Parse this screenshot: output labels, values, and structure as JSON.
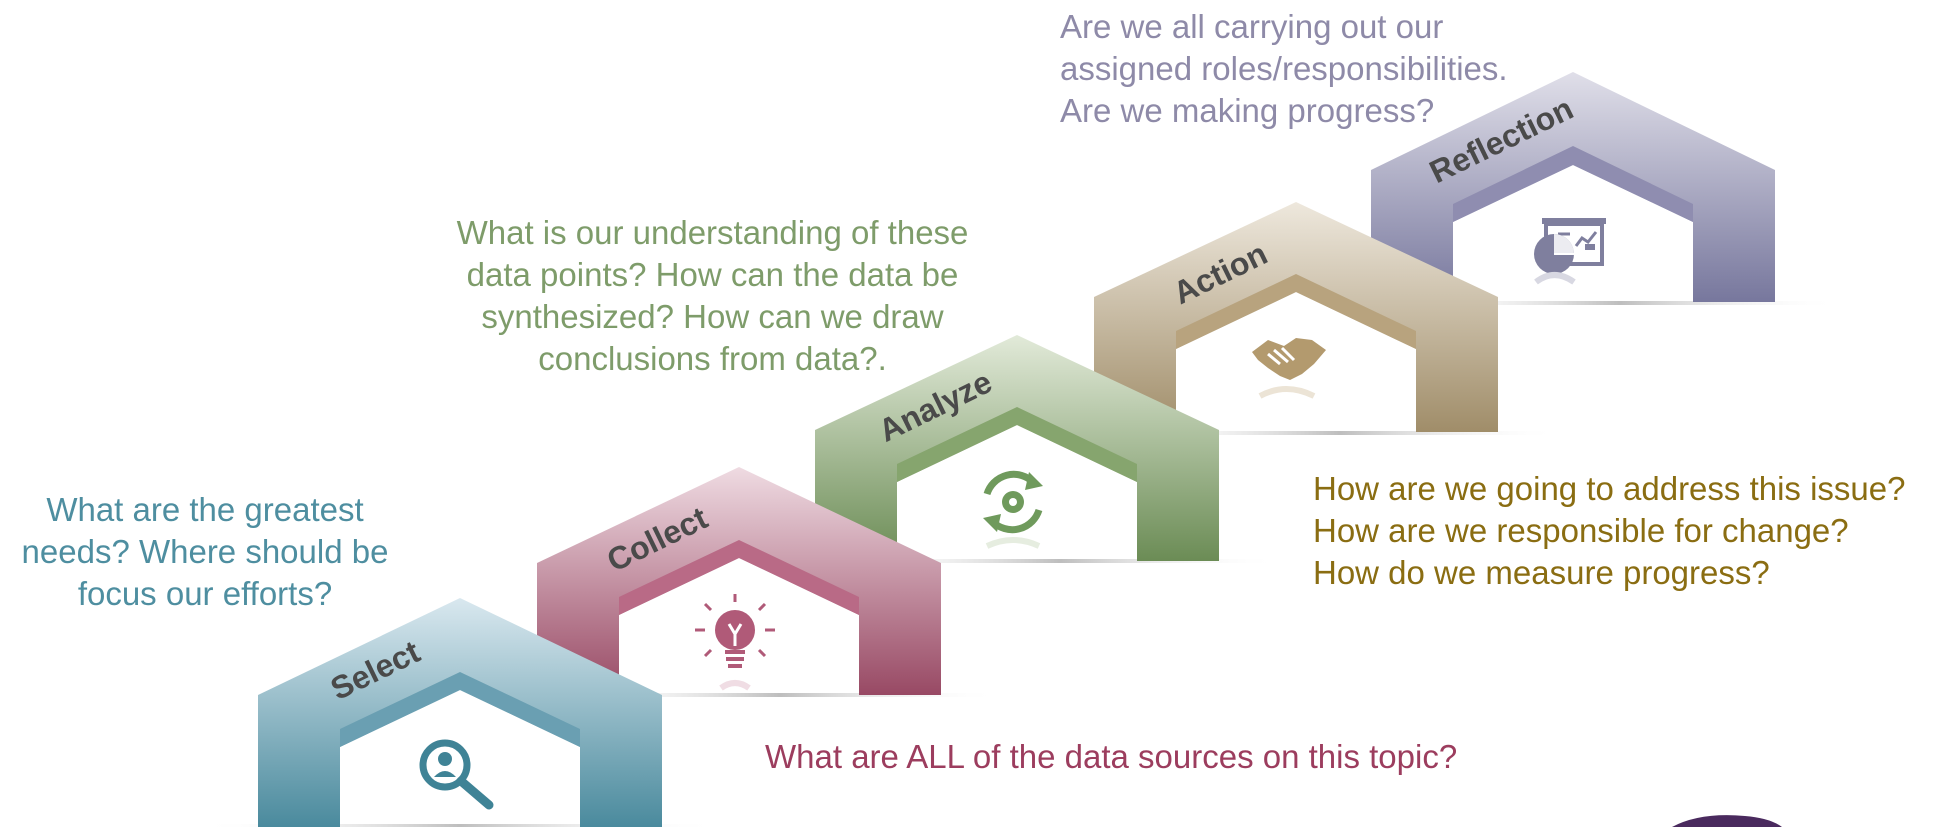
{
  "steps": [
    {
      "key": "select",
      "label": "Select",
      "icon": "magnifier-person-icon"
    },
    {
      "key": "collect",
      "label": "Collect",
      "icon": "lightbulb-icon"
    },
    {
      "key": "analyze",
      "label": "Analyze",
      "icon": "gear-cycle-icon"
    },
    {
      "key": "action",
      "label": "Action",
      "icon": "handshake-icon"
    },
    {
      "key": "reflect",
      "label": "Reflection",
      "icon": "presentation-board-icon"
    }
  ],
  "questions": {
    "select": [
      "What are the greatest",
      "needs? Where should be",
      "focus our efforts?"
    ],
    "collect": [
      "What are ALL of the data sources on this topic?"
    ],
    "analyze": [
      "What is our understanding of these",
      "data points? How can the data be",
      "synthesized? How can we draw",
      "conclusions from data?."
    ],
    "action": [
      "How are we going to address this issue?",
      "How are we responsible for change?",
      "How do we measure progress?"
    ],
    "reflect": [
      " Are we all carrying out our",
      "assigned roles/responsibilities.",
      "Are we making progress?"
    ]
  },
  "colors": {
    "select": {
      "top": "#d6e6ee",
      "bottom": "#4f8fa1",
      "band": "#6a9fb2",
      "text": "#4e8ea0"
    },
    "collect": {
      "top": "#ecd6de",
      "bottom": "#9a4d68",
      "band": "#b96a86",
      "text": "#9c3d5e"
    },
    "analyze": {
      "top": "#dfe8d6",
      "bottom": "#6e8f58",
      "band": "#86a56e",
      "text": "#7e9c6a"
    },
    "action": {
      "top": "#ece5d9",
      "bottom": "#a28f6c",
      "band": "#b8a37e",
      "text": "#8a6d12"
    },
    "reflect": {
      "top": "#dcdbe6",
      "bottom": "#7a7aa0",
      "band": "#8f8db0",
      "text": "#8e8aa8"
    },
    "label": "#4a4a4a"
  }
}
